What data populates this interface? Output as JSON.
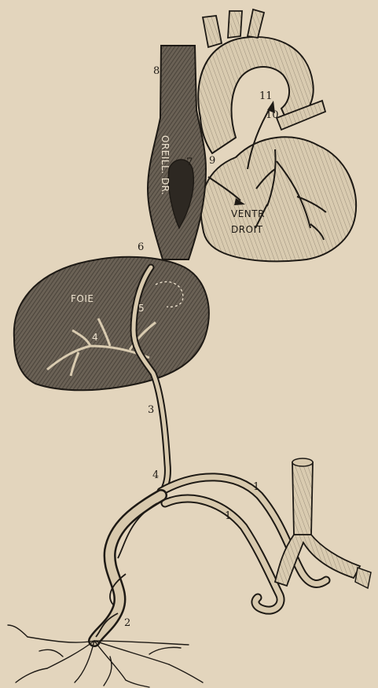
{
  "labels": {
    "ventricle_line1": "VENTR",
    "ventricle_line2": "DROIT",
    "atrium": "OREILL. DR.",
    "liver": "FOIE",
    "n1a": "1",
    "n1b": "1",
    "n2": "2",
    "n3": "3",
    "n4a": "4",
    "n4b": "4",
    "n5": "5",
    "n6": "6",
    "n7": "7",
    "n8": "8",
    "n9": "9",
    "n10": "10",
    "n11": "11"
  },
  "colors": {
    "paper": "#e3d5bd",
    "ink": "#1e1a15",
    "shade": "#6e6558",
    "light_tissue": "#d8c9ad"
  }
}
